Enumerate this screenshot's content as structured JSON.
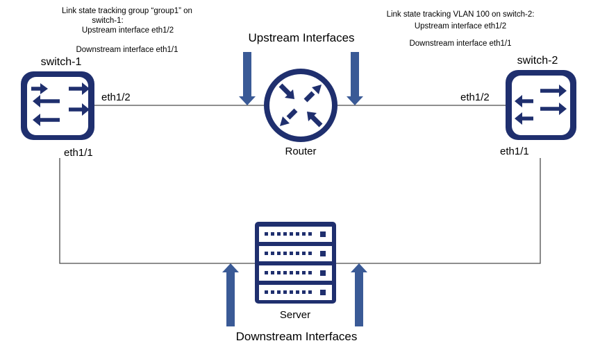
{
  "notes": {
    "switch1": {
      "line1": "Link state tracking group “group1” on",
      "line2": "switch-1:",
      "line3": "Upstream interface eth1/2",
      "line4": "Downstream interface eth1/1"
    },
    "switch2": {
      "line1": "Link state tracking VLAN 100 on switch-2:",
      "line2": "Upstream interface eth1/2",
      "line3": "Downstream interface eth1/1"
    }
  },
  "nodes": {
    "switch1": {
      "name": "switch-1",
      "port_up": "eth1/2",
      "port_down": "eth1/1"
    },
    "switch2": {
      "name": "switch-2",
      "port_up": "eth1/2",
      "port_down": "eth1/1"
    },
    "router": {
      "name": "Router"
    },
    "server": {
      "name": "Server"
    }
  },
  "labels": {
    "upstream": "Upstream Interfaces",
    "downstream": "Downstream Interfaces"
  },
  "colors": {
    "icon": "#1f2f6e",
    "arrow": "#3a5a96",
    "line": "#4a4a4a"
  },
  "icons": {
    "switch": "network-switch-icon",
    "router": "router-icon",
    "server": "server-rack-icon"
  }
}
